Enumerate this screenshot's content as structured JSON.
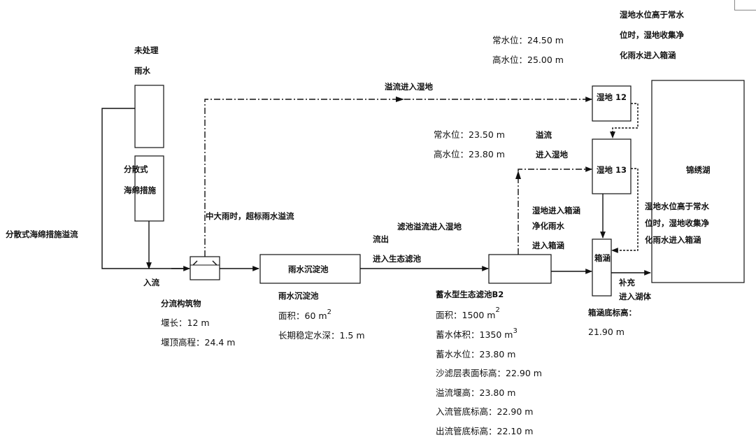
{
  "labels": {
    "untreated": "未处理",
    "rainwater": "雨水",
    "distributed": "分散式",
    "sponge": "海绵措施",
    "sponge_overflow": "分散式海绵措施溢流",
    "inflow": "入流",
    "diversion_well": "分流构筑物",
    "weir_length": "堰长：12 m",
    "weir_top": "堰顶高程：24.4 m",
    "heavy_rain": "中大雨时，超标雨水溢流",
    "settling_box": "雨水沉淀池",
    "settling_title": "雨水沉淀池",
    "settling_area": "面积：60 m",
    "settling_area_sup": "2",
    "settling_depth": "长期稳定水深：1.5 m",
    "outflow": "流出",
    "into_eco_pond": "进入生态滤池",
    "filter_overflow_wetland": "滤池溢流进入湿地",
    "top_overflow": "溢流进入湿地",
    "normal_level_12": "常水位：24.50 m",
    "high_level_12": "高水位：25.00 m",
    "normal_level_13": "常水位：23.50 m",
    "high_level_13": "高水位：23.80 m",
    "overflow": "溢流",
    "into_wetland": "进入湿地",
    "wetland_12": "湿地 12",
    "wetland_13": "湿地 13",
    "culvert": "箱涵",
    "lake": "锦绣湖",
    "note_top_1": "湿地水位高于常水",
    "note_top_2": "位时，湿地收集净",
    "note_top_3": "化雨水进入箱涵",
    "mid_note_1": "湿地进入箱涵",
    "mid_note_2": "净化雨水",
    "mid_note_3": "进入箱涵",
    "lake_note_1": "湿地水位高于常水",
    "lake_note_2": "位时，湿地收集净",
    "lake_note_3": "化雨水进入箱涵",
    "supplement": "补充",
    "into_lake": "进入湖体",
    "culvert_bottom": "箱涵底标高：",
    "culvert_bottom_val": "21.90 m",
    "filter_title": "蓄水型生态滤池B2",
    "filter_area": "面积：1500 m",
    "filter_area_sup": "2",
    "filter_volume": "蓄水体积：1350 m",
    "filter_volume_sup": "3",
    "filter_level": "蓄水水位：23.80 m",
    "filter_sand": "沙滤层表面标高：22.90 m",
    "filter_weir": "溢流堰高：23.80 m",
    "filter_inlet": "入流管底标高：22.90 m",
    "filter_outlet": "出流管底标高：22.10 m"
  }
}
